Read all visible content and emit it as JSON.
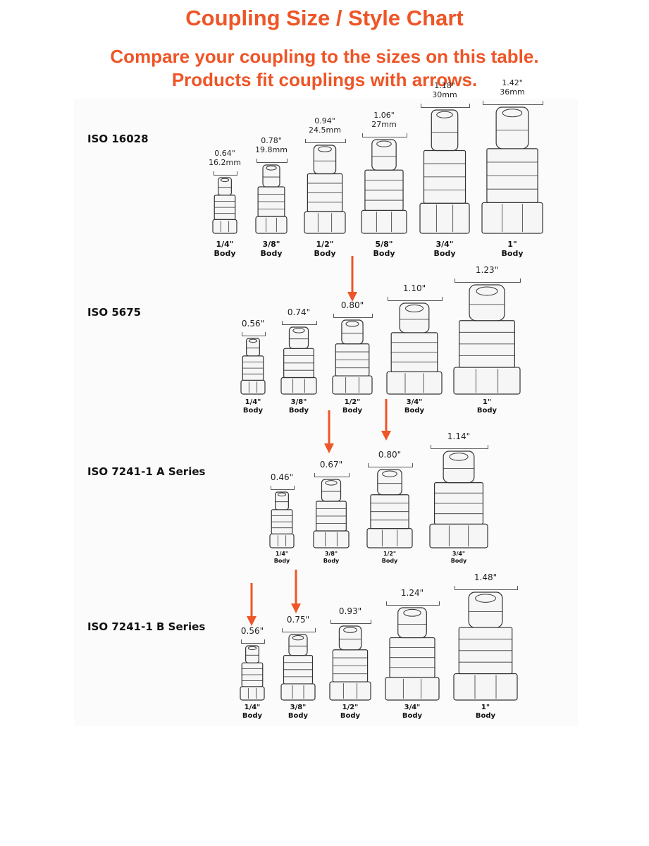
{
  "title": "Coupling Size / Style Chart",
  "subtitle_line1": "Compare your coupling to the sizes on this table.",
  "subtitle_line2": "Products fit couplings with arrows.",
  "accent_color": "#ee5527",
  "body_word": "Body",
  "rows": [
    {
      "label": "ISO 16028",
      "couplings": [
        {
          "size": "1/4\"",
          "dim": "0.64\"",
          "dim_mm": "16.2mm",
          "arrow": false
        },
        {
          "size": "3/8\"",
          "dim": "0.78\"",
          "dim_mm": "19.8mm",
          "arrow": false
        },
        {
          "size": "1/2\"",
          "dim": "0.94\"",
          "dim_mm": "24.5mm",
          "arrow": false
        },
        {
          "size": "5/8\"",
          "dim": "1.06\"",
          "dim_mm": "27mm",
          "arrow": false
        },
        {
          "size": "3/4\"",
          "dim": "1.18\"",
          "dim_mm": "30mm",
          "arrow": false
        },
        {
          "size": "1\"",
          "dim": "1.42\"",
          "dim_mm": "36mm",
          "arrow": false
        }
      ]
    },
    {
      "label": "ISO 5675",
      "couplings": [
        {
          "size": "1/4\"",
          "dim": "0.56\"",
          "arrow": false
        },
        {
          "size": "3/8\"",
          "dim": "0.74\"",
          "arrow": false
        },
        {
          "size": "1/2\"",
          "dim": "0.80\"",
          "arrow": true
        },
        {
          "size": "3/4\"",
          "dim": "1.10\"",
          "arrow": false
        },
        {
          "size": "1\"",
          "dim": "1.23\"",
          "arrow": false
        }
      ]
    },
    {
      "label": "ISO 7241-1 A Series",
      "couplings": [
        {
          "size": "1/4\"",
          "dim": "0.46\"",
          "arrow": false
        },
        {
          "size": "3/8\"",
          "dim": "0.67\"",
          "arrow": true
        },
        {
          "size": "1/2\"",
          "dim": "0.80\"",
          "arrow": true
        },
        {
          "size": "3/4\"",
          "dim": "1.14\"",
          "arrow": false
        }
      ]
    },
    {
      "label": "ISO 7241-1 B Series",
      "couplings": [
        {
          "size": "1/4\"",
          "dim": "0.56\"",
          "arrow": true
        },
        {
          "size": "3/8\"",
          "dim": "0.75\"",
          "arrow": true
        },
        {
          "size": "1/2\"",
          "dim": "0.93\"",
          "arrow": false
        },
        {
          "size": "3/4\"",
          "dim": "1.24\"",
          "arrow": false
        },
        {
          "size": "1\"",
          "dim": "1.48\"",
          "arrow": false
        }
      ]
    }
  ]
}
